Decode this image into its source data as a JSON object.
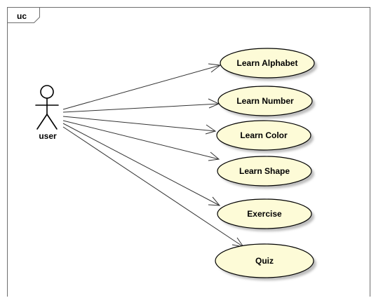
{
  "frame": {
    "label": "uc"
  },
  "actor": {
    "name": "user"
  },
  "use_cases": [
    {
      "label": "Learn Alphabet"
    },
    {
      "label": "Learn Number"
    },
    {
      "label": "Learn Color"
    },
    {
      "label": "Learn Shape"
    },
    {
      "label": "Exercise"
    },
    {
      "label": "Quiz"
    }
  ],
  "colors": {
    "usecase_fill": "#fdfbd7",
    "usecase_stroke": "#000000",
    "shadow": "#bdbdbd",
    "frame_stroke": "#6e6e6e",
    "line": "#333333"
  }
}
